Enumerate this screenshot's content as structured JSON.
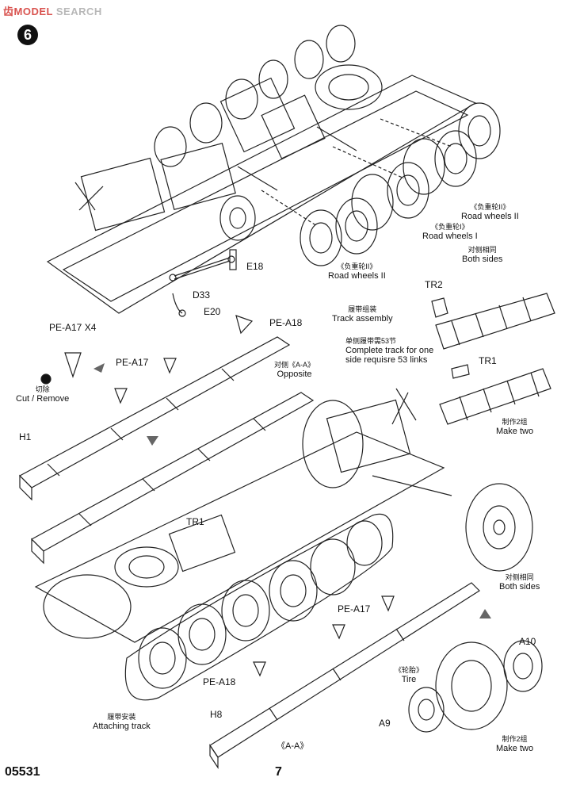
{
  "watermark": {
    "left": "齿",
    "mid": "MODEL",
    "right": "SEARCH"
  },
  "step_number": "6",
  "parts": {
    "e18": "E18",
    "d33": "D33",
    "e20": "E20",
    "pe_a17_x4": "PE-A17 X4",
    "pe_a18_top": "PE-A18",
    "pe_a17_mid": "PE-A17",
    "h1": "H1",
    "tr2": "TR2",
    "tr1_right": "TR1",
    "tr1_center": "TR1",
    "pe_a17_low": "PE-A17",
    "pe_a18_low": "PE-A18",
    "h8": "H8",
    "a10": "A10",
    "a9": "A9"
  },
  "labels": {
    "rw2_top_zh": "《负重轮II》",
    "rw2_top_en": "Road wheels II",
    "rw1_zh": "《负重轮I》",
    "rw1_en": "Road wheels I",
    "both_sides_top_zh": "对侧相同",
    "both_sides_top_en": "Both sides",
    "rw2_low_zh": "《负重轮II》",
    "rw2_low_en": "Road wheels II",
    "track_assembly_zh": "履带组装",
    "track_assembly_en": "Track assembly",
    "complete_track_zh": "单侧履带需53节",
    "complete_track_en_1": "Complete track for one",
    "complete_track_en_2": "side requisre 53 links",
    "cut_zh": "切除",
    "cut_en": "Cut / Remove",
    "opposite_zh": "对侧《A-A》",
    "opposite_en": "Opposite",
    "make_two_top_zh": "制作2组",
    "make_two_top_en": "Make two",
    "both_sides_right_zh": "对侧相同",
    "both_sides_right_en": "Both sides",
    "tire_zh": "《轮胎》",
    "tire_en": "Tire",
    "attaching_zh": "履带安装",
    "attaching_en": "Attaching track",
    "aa": "《A-A》",
    "make_two_bottom_zh": "制作2组",
    "make_two_bottom_en": "Make two"
  },
  "footer": {
    "code": "05531",
    "page": "7"
  }
}
